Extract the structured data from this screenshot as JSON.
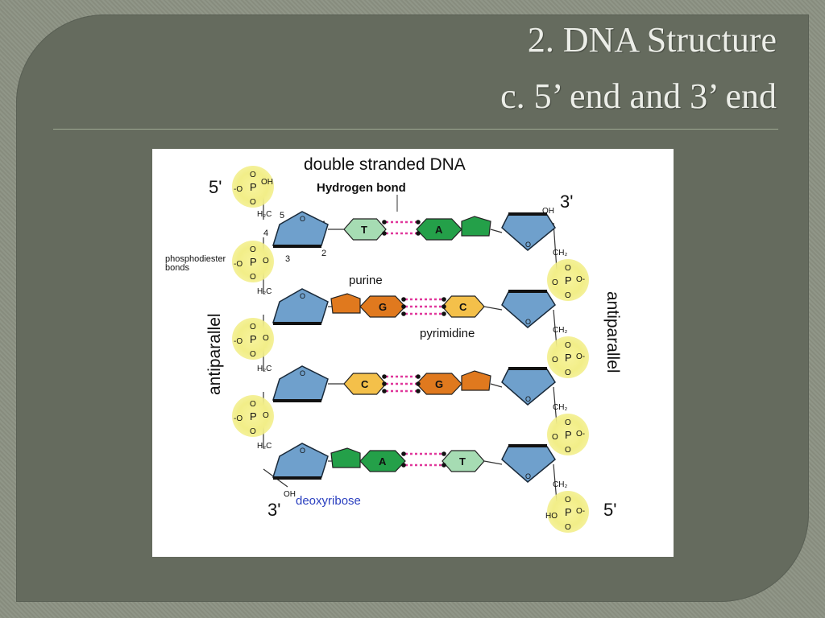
{
  "slide": {
    "title_line1": "2. DNA Structure",
    "title_line2": "c. 5’ end and 3’ end"
  },
  "figure": {
    "heading": "double stranded DNA",
    "hydrogen_bond": "Hydrogen bond",
    "end_top_left": "5'",
    "end_top_right": "3'",
    "end_bottom_left": "3'",
    "end_bottom_right": "5'",
    "phosphodiester": "phosphodiester",
    "bonds": "bonds",
    "purine": "purine",
    "pyrimidine": "pyrimidine",
    "deoxyribose": "deoxyribose",
    "antiparallel_left": "antiparallel",
    "antiparallel_right": "antiparallel",
    "carbon_numbers": [
      "5",
      "4",
      "3",
      "2",
      "1"
    ],
    "chem": {
      "O": "O",
      "P": "P",
      "OH": "OH",
      "HO": "HO",
      "H2C": "H₂C",
      "CH2": "CH₂",
      "Ominus_left": "-O",
      "Ominus_right": "O-"
    },
    "pairs": [
      {
        "left": "T",
        "right": "A"
      },
      {
        "left": "G",
        "right": "C"
      },
      {
        "left": "C",
        "right": "G"
      },
      {
        "left": "A",
        "right": "T"
      }
    ],
    "colors": {
      "sugar": "#6fa0cc",
      "phosphate_glow": "#f2ee88",
      "thymine": "#a6dcb3",
      "adenine": "#24a049",
      "guanine": "#e0791e",
      "cytosine": "#f4c04a",
      "hbond": "#e0379b",
      "deoxyribose_text": "#2a3fbf"
    }
  }
}
